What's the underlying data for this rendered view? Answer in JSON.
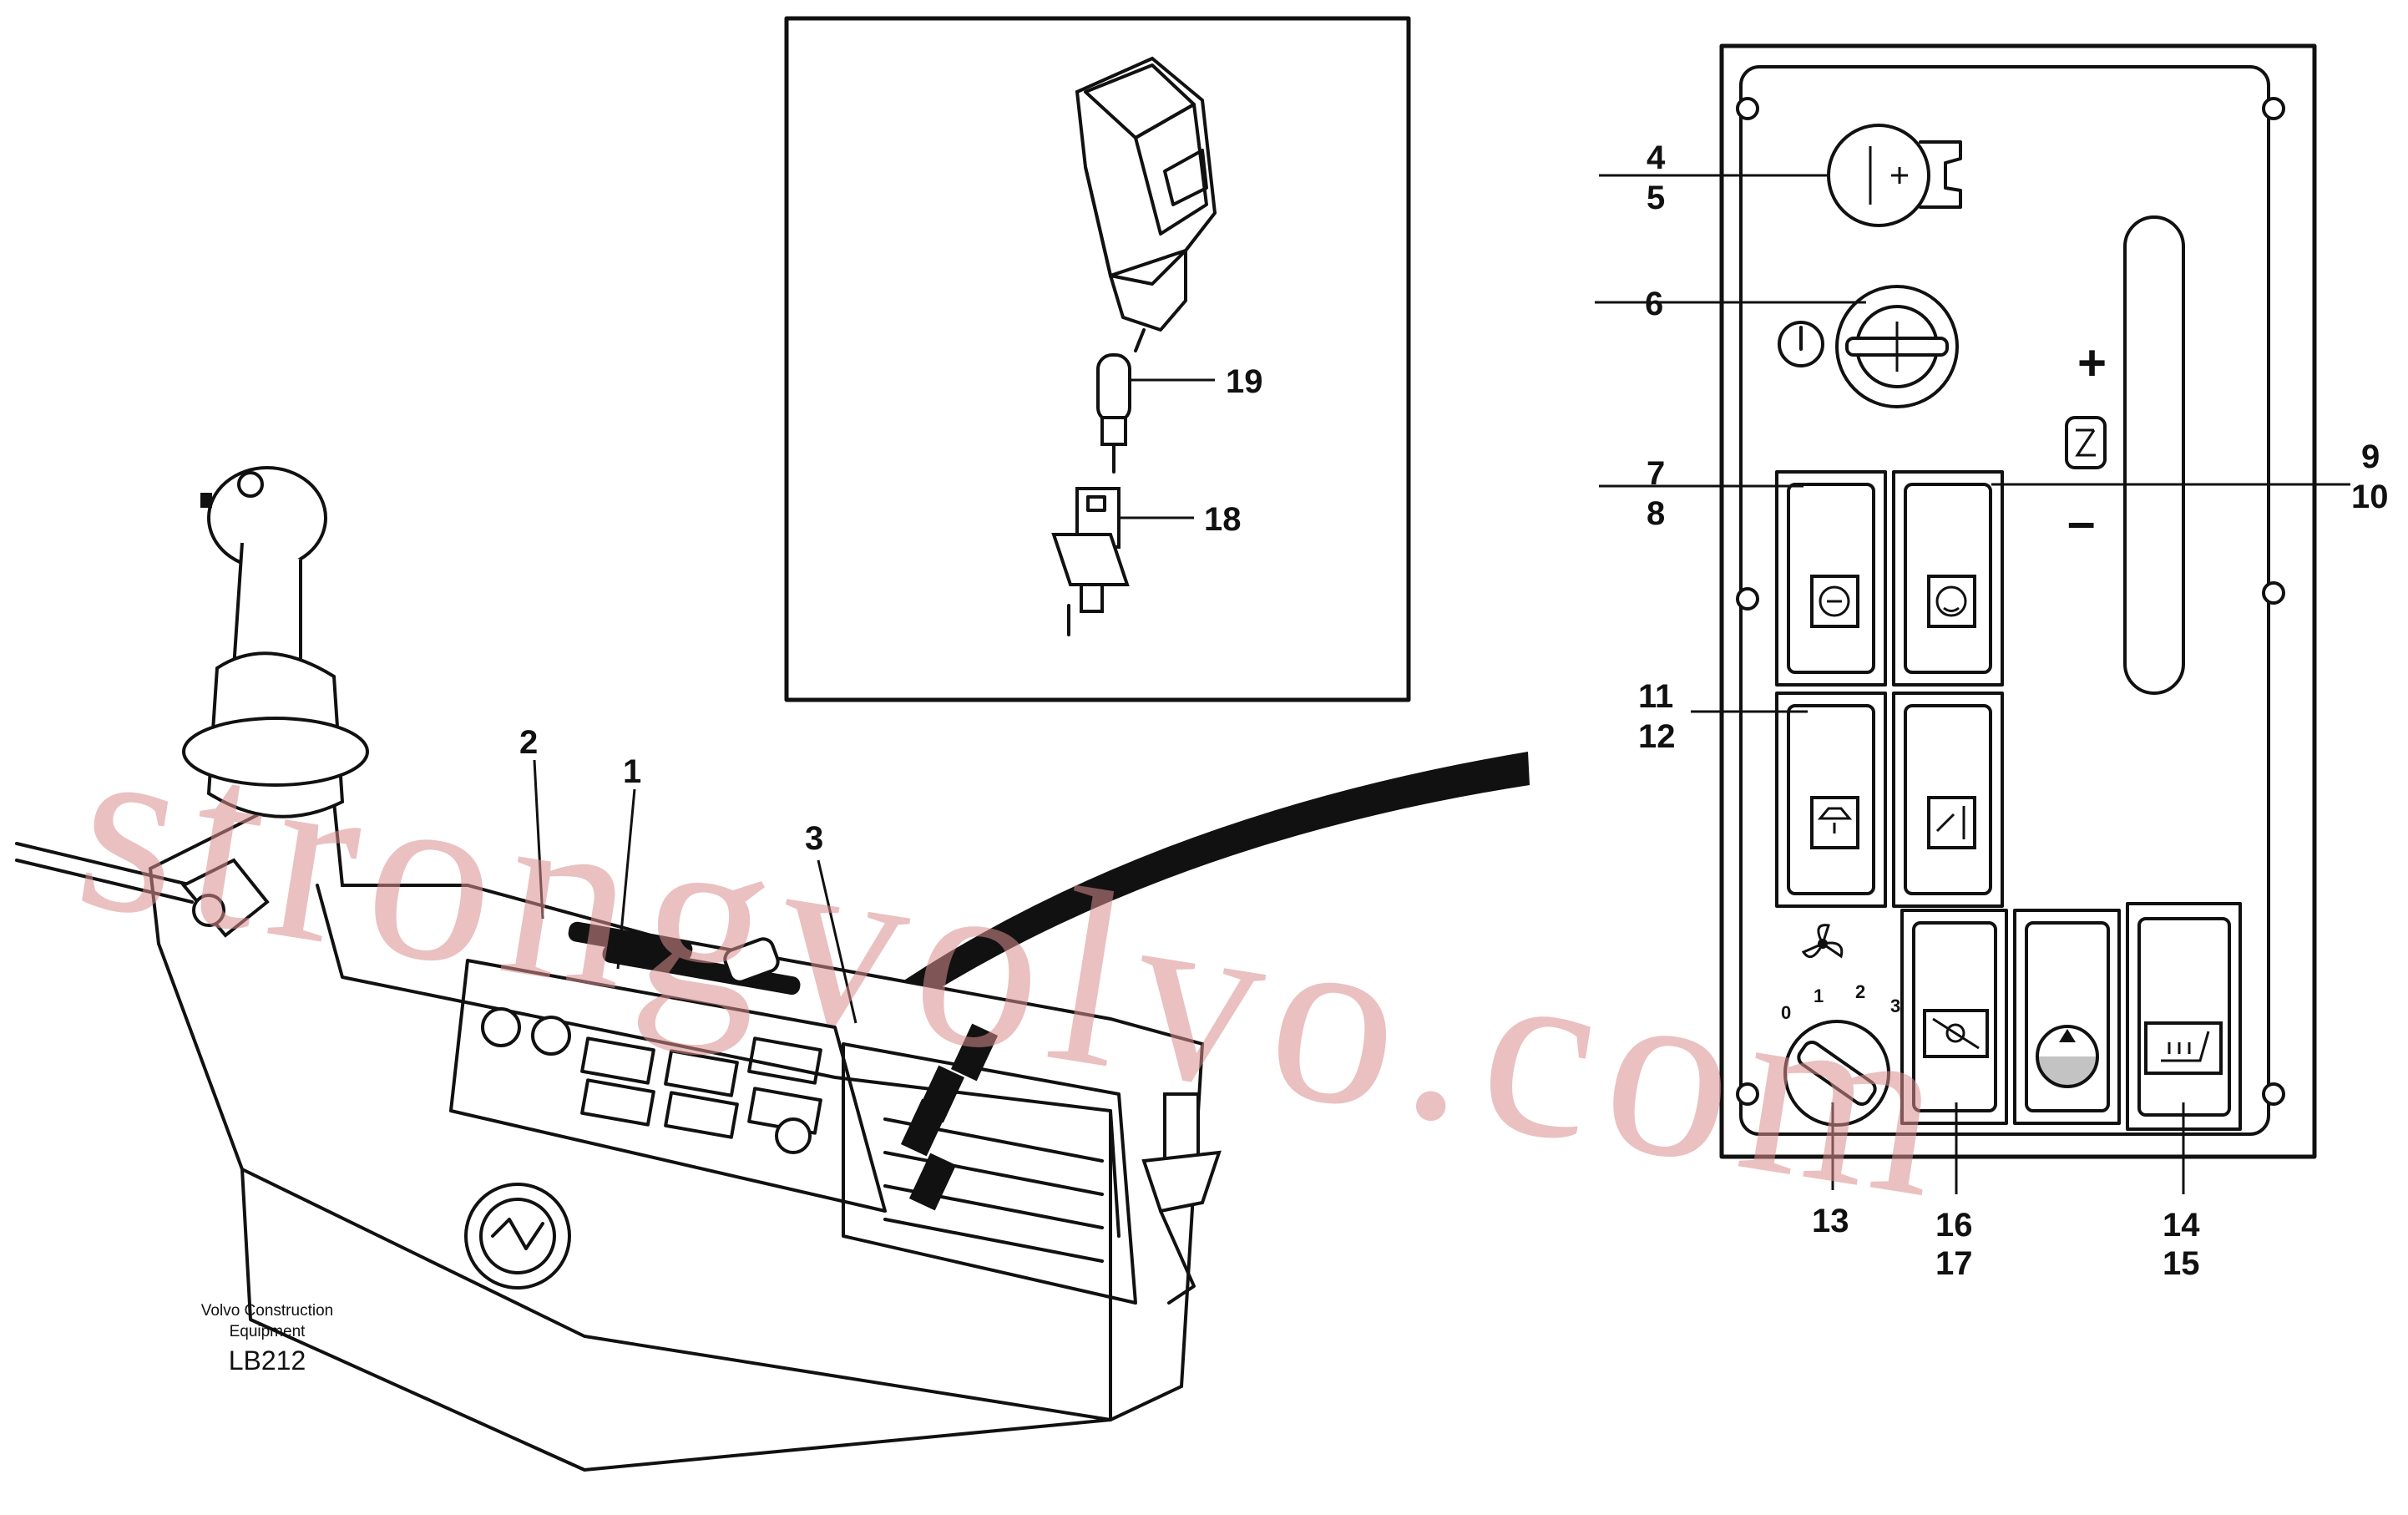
{
  "callouts": {
    "c1": "1",
    "c2": "2",
    "c3": "3",
    "c4": "4",
    "c5": "5",
    "c6": "6",
    "c7": "7",
    "c8": "8",
    "c9": "9",
    "c10": "10",
    "c11": "11",
    "c12": "12",
    "c13": "13",
    "c14": "14",
    "c15": "15",
    "c16": "16",
    "c17": "17",
    "c18": "18",
    "c19": "19"
  },
  "dial": {
    "d0": "0",
    "d1": "1",
    "d2": "2",
    "d3": "3"
  },
  "panel_symbols": {
    "plus": "+",
    "minus": "–"
  },
  "caption": {
    "line1": "Volvo Construction",
    "line2": "Equipment",
    "code": "LB212"
  },
  "watermark": "strongvolvo.com",
  "colors": {
    "ink": "#111111",
    "watermark": "#d98e8e",
    "background": "#ffffff"
  }
}
